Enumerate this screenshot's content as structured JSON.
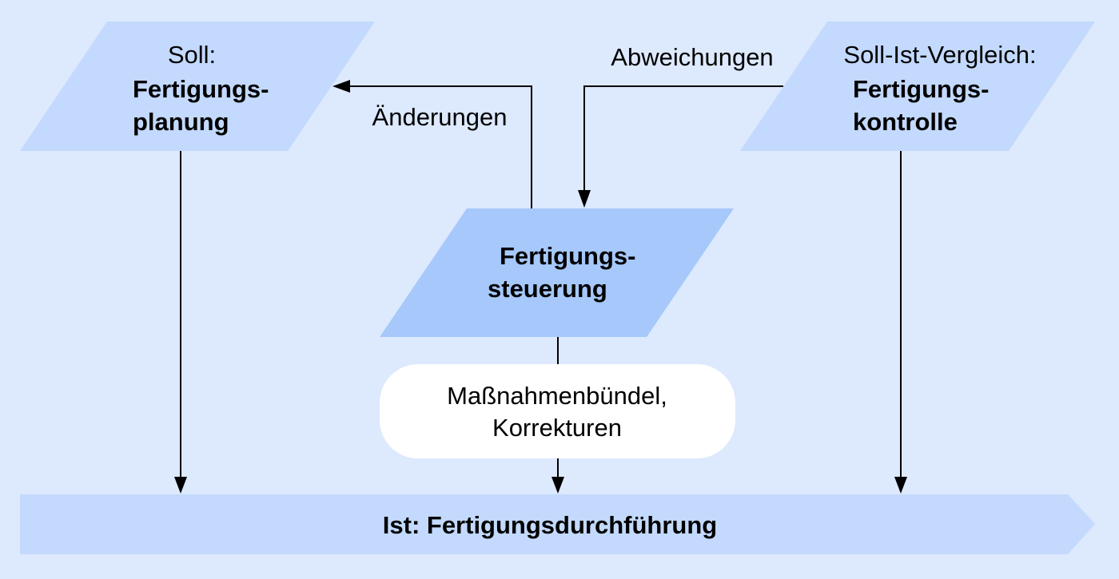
{
  "colors": {
    "background": "#dde9fd",
    "light_shape": "#c3d9fd",
    "dark_shape": "#a6c8fb",
    "pill": "#ffffff",
    "arrow": "#000000"
  },
  "planning": {
    "label_top": "Soll:",
    "label_line1": "Fertigungs-",
    "label_line2": "planung"
  },
  "control": {
    "label_top": "Soll-Ist-Vergleich:",
    "label_line1": "Fertigungs-",
    "label_line2": "kontrolle"
  },
  "steering": {
    "label_line1": "Fertigungs-",
    "label_line2": "steuerung"
  },
  "measures": {
    "label_line1": "Maßnahmenbündel,",
    "label_line2": "Korrekturen"
  },
  "execution": {
    "label": "Ist: Fertigungsdurchführung"
  },
  "edges": {
    "changes_label": "Änderungen",
    "deviations_label": "Abweichungen"
  }
}
